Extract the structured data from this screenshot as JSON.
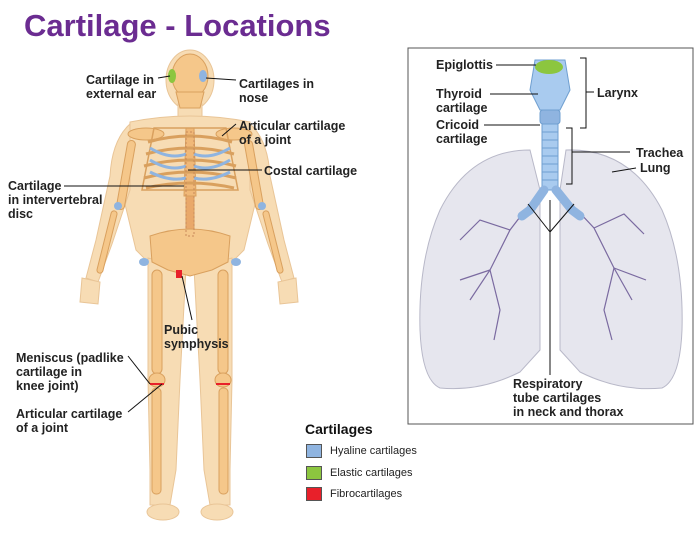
{
  "title": "Cartilage - Locations",
  "labels": {
    "ear": "Cartilage in\nexternal ear",
    "nose": "Cartilages in\nnose",
    "artic_top": "Articular cartilage\nof a joint",
    "costal": "Costal cartilage",
    "interverteb": "Cartilage\nin intervertebral\ndisc",
    "pubic": "Pubic\nsymphysis",
    "meniscus": "Meniscus (padlike\ncartilage in\nknee joint)",
    "artic_bottom": "Articular cartilage\nof a joint",
    "epiglottis": "Epiglottis",
    "thyroid": "Thyroid\ncartilage",
    "cricoid": "Cricoid\ncartilage",
    "larynx": "Larynx",
    "trachea": "Trachea",
    "lung": "Lung",
    "respiratory": "Respiratory\ntube cartilages\nin neck and thorax"
  },
  "legend": {
    "title": "Cartilages",
    "items": [
      {
        "label": "Hyaline cartilages",
        "color": "#8fb4e0"
      },
      {
        "label": "Elastic cartilages",
        "color": "#8cc63f"
      },
      {
        "label": "Fibrocartilages",
        "color": "#e8202a"
      }
    ]
  },
  "colors": {
    "title": "#6b2c91",
    "skin": "#f7d9ad",
    "bone": "#f2c38a",
    "hyaline": "#8fb4e0",
    "elastic": "#8cc63f",
    "fibro": "#e8202a",
    "lung": "#e6e6ee"
  }
}
